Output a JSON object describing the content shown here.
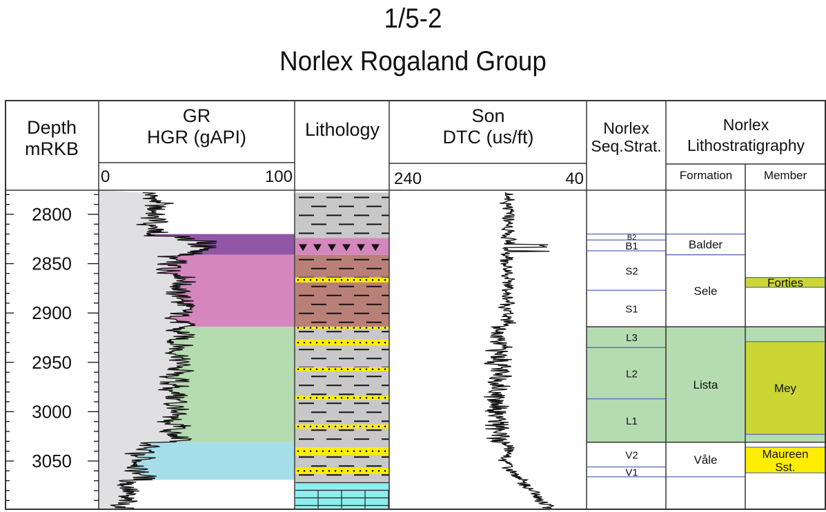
{
  "title": {
    "line1": "1/5-2",
    "line2": "Norlex Rogaland Group"
  },
  "headers": {
    "depth": [
      "Depth",
      "mRKB"
    ],
    "gr": [
      "GR",
      "HGR (gAPI)"
    ],
    "gr_scale": {
      "min": "0",
      "max": "100"
    },
    "lithology": "Lithology",
    "sonic": [
      "Son",
      "DTC (us/ft)"
    ],
    "sonic_scale": {
      "left": "240",
      "right": "40"
    },
    "seqstrat": [
      "Norlex",
      "Seq.Strat."
    ],
    "lithostrat": [
      "Norlex",
      "Lithostratigraphy"
    ],
    "formation": "Formation",
    "member": "Member"
  },
  "depth_axis": {
    "unit": "mRKB",
    "range": [
      2778,
      3098
    ],
    "ticks": [
      "2800",
      "2850",
      "2900",
      "2950",
      "3000",
      "3050"
    ]
  },
  "gr_fills": [
    {
      "from": 2820,
      "to": 2841,
      "color": "#9256a6"
    },
    {
      "from": 2841,
      "to": 2914,
      "color": "#d486bd"
    },
    {
      "from": 2914,
      "to": 3031,
      "color": "#b5dbb0"
    },
    {
      "from": 3031,
      "to": 3069,
      "color": "#a5dde9"
    }
  ],
  "lithology_intervals": [
    {
      "from": 2778,
      "to": 2824,
      "type": "shale"
    },
    {
      "from": 2824,
      "to": 2841,
      "type": "tuff"
    },
    {
      "from": 2841,
      "to": 2914,
      "type": "brown-shale"
    },
    {
      "from": 2914,
      "to": 3069,
      "type": "shale"
    },
    {
      "from": 3069,
      "to": 3072,
      "type": "shale"
    },
    {
      "from": 3072,
      "to": 3098,
      "type": "limestone"
    }
  ],
  "sand_layers": [
    {
      "from": 2864,
      "to": 2869
    },
    {
      "from": 2914,
      "to": 2916
    },
    {
      "from": 2927,
      "to": 2933
    },
    {
      "from": 2955,
      "to": 2959
    },
    {
      "from": 2984,
      "to": 2988
    },
    {
      "from": 3013,
      "to": 3017
    },
    {
      "from": 3036,
      "to": 3044
    },
    {
      "from": 3057,
      "to": 3063
    }
  ],
  "seq_strat": [
    {
      "label": "B2",
      "from": 2820,
      "to": 2826
    },
    {
      "label": "B1",
      "from": 2826,
      "to": 2837
    },
    {
      "label": "S2",
      "from": 2837,
      "to": 2877
    },
    {
      "label": "S1",
      "from": 2877,
      "to": 2914
    },
    {
      "label": "L3",
      "from": 2914,
      "to": 2935
    },
    {
      "label": "L2",
      "from": 2935,
      "to": 2987
    },
    {
      "label": "L1",
      "from": 2987,
      "to": 3031
    },
    {
      "label": "V2",
      "from": 3031,
      "to": 3056
    },
    {
      "label": "V1",
      "from": 3056,
      "to": 3066
    }
  ],
  "formations": [
    {
      "label": "Balder",
      "from": 2820,
      "to": 2841,
      "fill": "#ffffff"
    },
    {
      "label": "Sele",
      "from": 2841,
      "to": 2914,
      "fill": "#ffffff"
    },
    {
      "label": "Lista",
      "from": 2914,
      "to": 3031,
      "fill": "#b5dbb0"
    },
    {
      "label": "Våle",
      "from": 3031,
      "to": 3066,
      "fill": "#ffffff"
    }
  ],
  "members": [
    {
      "label": "Forties",
      "from": 2864,
      "to": 2874,
      "fill": "#cbd635"
    },
    {
      "label": "Mey",
      "from": 2929,
      "to": 3023,
      "fill": "#cbd635"
    },
    {
      "label": "Maureen Sst.",
      "from": 3036,
      "to": 3062,
      "fill": "#ffee00"
    }
  ],
  "colors": {
    "grid": "#333333",
    "boundary": "#5566bb",
    "gr_base": "#e0e0e2",
    "shale": "#c8c8c8",
    "sand": "#ffee00",
    "limestone": "#8eeeee",
    "brown": "#b98077",
    "tuff": "#d486bd"
  }
}
